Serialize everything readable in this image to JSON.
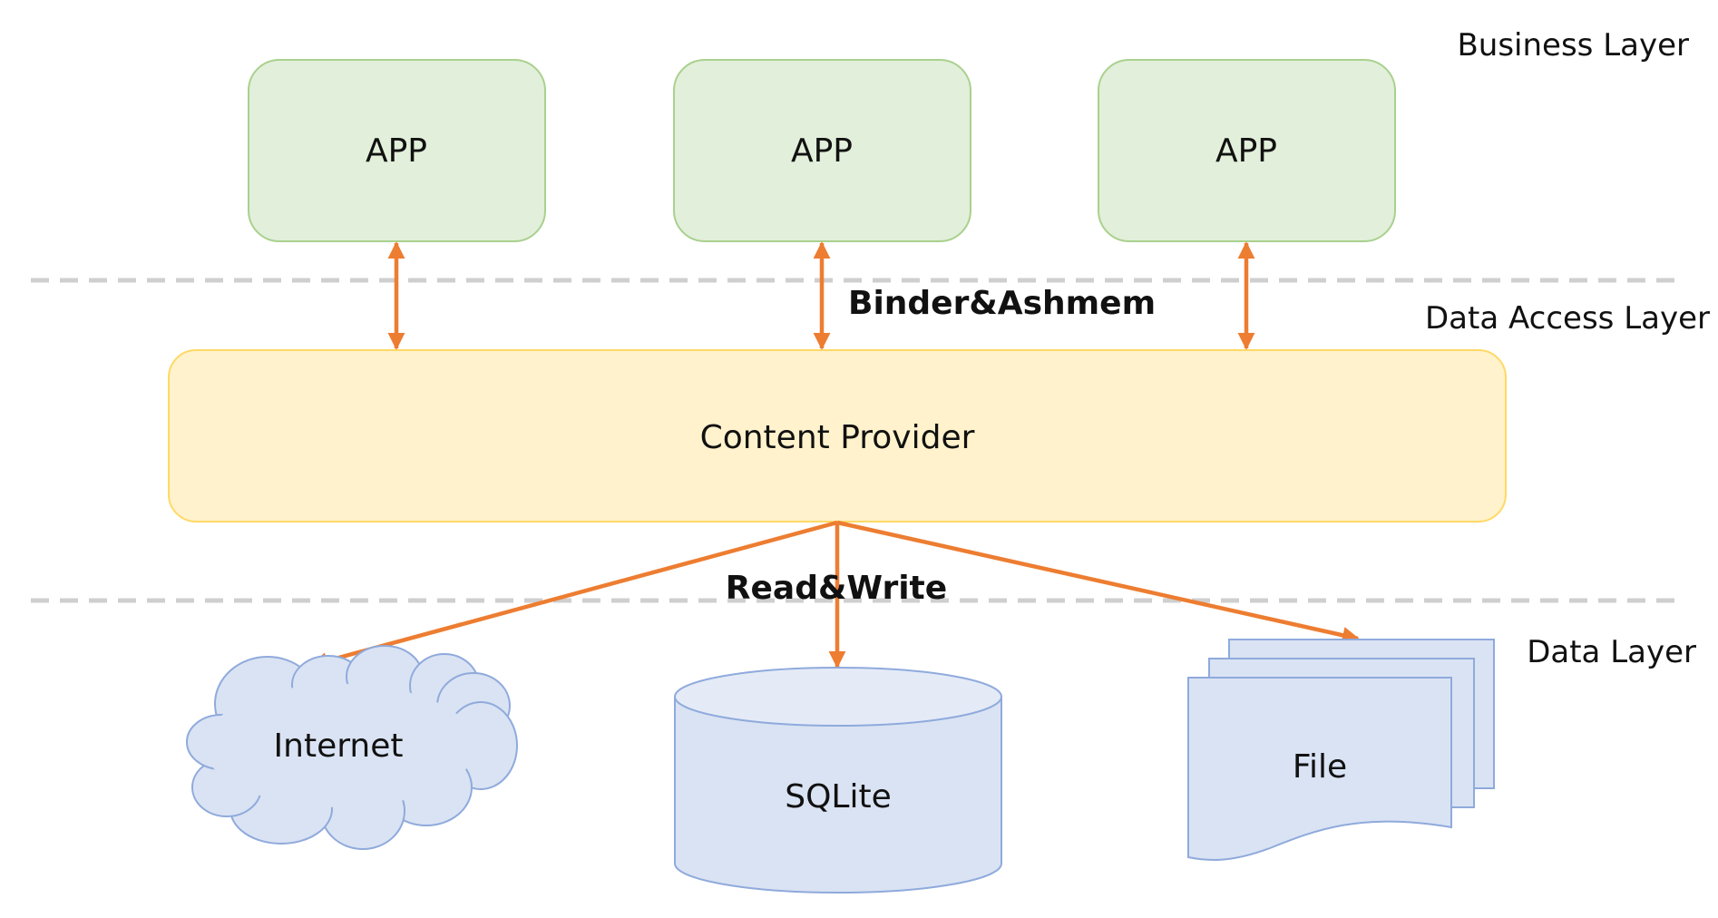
{
  "layers": {
    "business": "Business Layer",
    "data_access": "Data Access Layer",
    "data": "Data Layer"
  },
  "apps": [
    {
      "label": "APP"
    },
    {
      "label": "APP"
    },
    {
      "label": "APP"
    }
  ],
  "provider": {
    "label": "Content Provider"
  },
  "connections": {
    "ipc": "Binder&Ashmem",
    "io": "Read&Write"
  },
  "sources": {
    "internet": "Internet",
    "sqlite": "SQLite",
    "file": "File"
  },
  "colors": {
    "app_fill": "#E2EFDA",
    "app_stroke": "#A9D18E",
    "provider_fill": "#FFF2CC",
    "provider_stroke": "#FFD966",
    "source_fill": "#DAE3F3",
    "source_stroke": "#8FAADC",
    "arrow": "#ED7D31",
    "divider": "#CFCFCF"
  }
}
